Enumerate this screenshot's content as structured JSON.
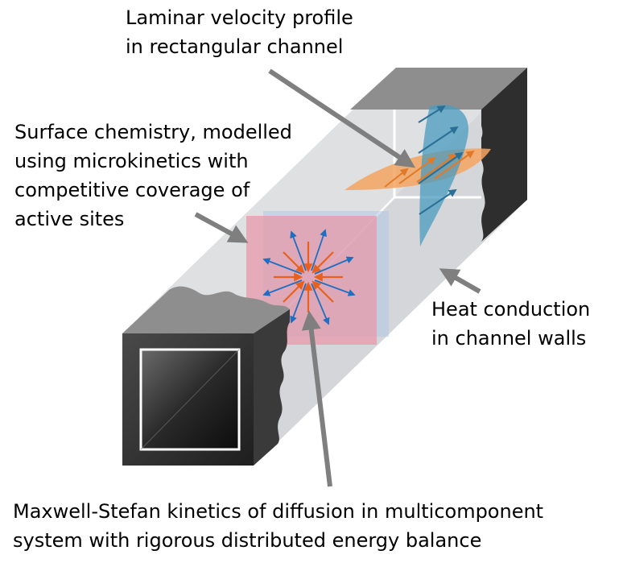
{
  "labels": {
    "velocity": [
      "Laminar velocity profile",
      "in rectangular channel"
    ],
    "surface": [
      "Surface chemistry, modelled",
      "using microkinetics with",
      "competitive coverage of",
      "active sites"
    ],
    "heat": [
      "Heat conduction",
      "in channel walls"
    ],
    "diffusion": [
      "Maxwell-Stefan kinetics of diffusion in multicomponent",
      "system with rigorous distributed energy balance"
    ]
  },
  "colors": {
    "channel": "#dcdde0",
    "wall_top": "#8c8c8c",
    "wall_side": "#3a3a3a",
    "pointer": "#7f7f7f",
    "velocity_orange": "#f4a460",
    "velocity_blue": "#4a9bbf",
    "surface_pink": "#e8a0b0",
    "surface_blue": "#b0c8e6",
    "arrow_orange": "#e8601c",
    "arrow_blue": "#1f6fc0"
  }
}
